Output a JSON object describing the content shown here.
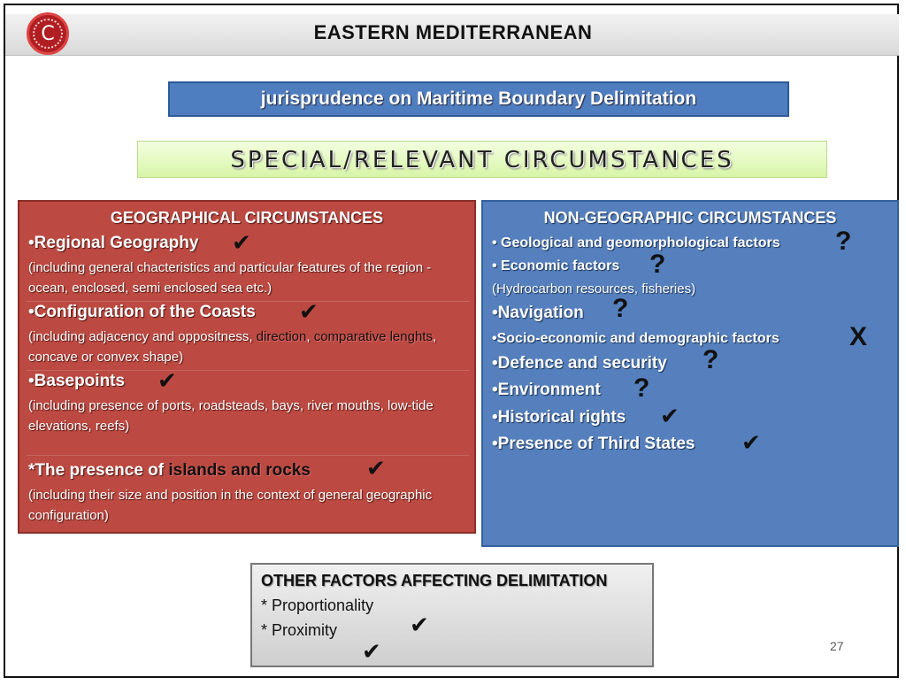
{
  "header": {
    "title": "EASTERN MEDITERRANEAN",
    "logo_text": "C"
  },
  "subtitle": "jurisprudence on Maritime Boundary Delimitation",
  "section_banner": "SPECIAL/RELEVANT CIRCUMSTANCES",
  "geographical": {
    "title": "GEOGRAPHICAL CIRCUMSTANCES",
    "regional_geography": "•Regional Geography",
    "regional_desc": "(including general chacteristics and particular features of the region  -ocean, enclosed, semi enclosed sea etc.)",
    "coasts": "•Configuration of the Coasts",
    "coasts_desc_1": "(including adjacency and oppositness, ",
    "coasts_direction": "direction",
    "coasts_comma": ", ",
    "coasts_comparative": "comparative lenghts",
    "coasts_desc_2": ", concave or convex shape)",
    "basepoints": "•Basepoints",
    "basepoints_desc": "(including  presence of ports, roadsteads, bays, river mouths, low-tide elevations, reefs)",
    "islands_prefix": "*The presence of ",
    "islands_highlight": "islands and rocks",
    "islands_desc": " (including their size and position in the context of general geographic configuration)"
  },
  "non_geographic": {
    "title": "NON-GEOGRAPHIC CIRCUMSTANCES",
    "geological": "• Geological and geomorphological factors",
    "economic": "• Economic factors",
    "economic_desc": " (Hydrocarbon resources, fisheries)",
    "navigation": "•Navigation",
    "socio": "•Socio-economic and demographic factors",
    "defence": "•Defence and security",
    "environment": "•Environment",
    "historical": "•Historical rights",
    "third_states": "•Presence of  Third States"
  },
  "marks": {
    "check": "✔",
    "question": "?",
    "cross": "X"
  },
  "other_factors": {
    "title": "OTHER FACTORS AFFECTING DELIMITATION",
    "item1": "* Proportionality",
    "item2": "* Proximity"
  },
  "page_number": "27"
}
